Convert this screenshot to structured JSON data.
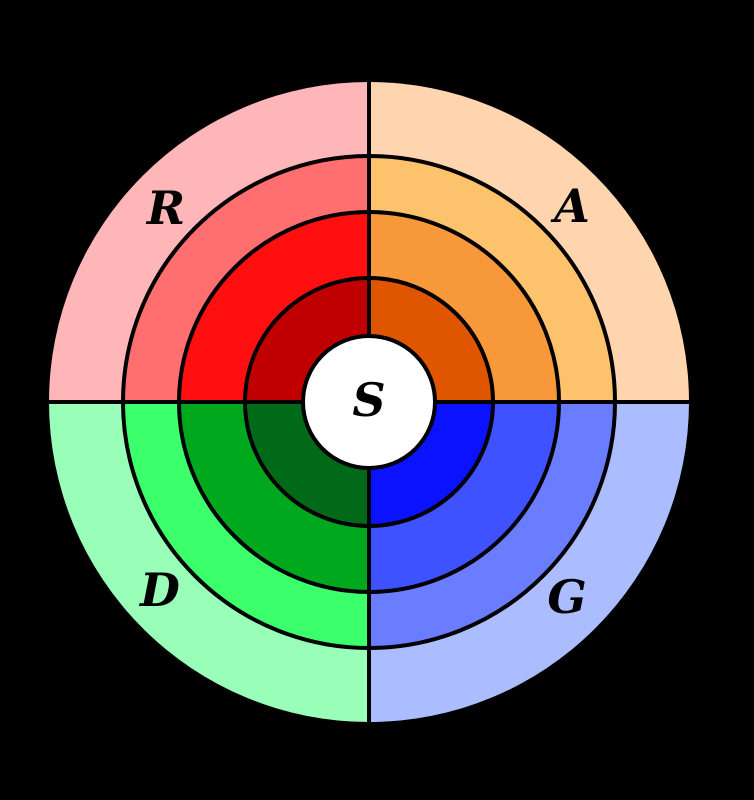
{
  "quadrants": [
    {
      "label": "R",
      "colors": [
        "#ffb6b9",
        "#ff6f6f",
        "#ff0f0f",
        "#c00000"
      ]
    },
    {
      "label": "A",
      "colors": [
        "#ffd5b0",
        "#fdc26c",
        "#f7983a",
        "#e05500"
      ]
    },
    {
      "label": "D",
      "colors": [
        "#99ffb8",
        "#3cff6c",
        "#00a81e",
        "#006a18"
      ]
    },
    {
      "label": "G",
      "colors": [
        "#abbcff",
        "#6b7dff",
        "#3f52ff",
        "#0a12ff"
      ]
    }
  ],
  "center": {
    "label": "S",
    "color": "#ffffff"
  },
  "background": "#000000"
}
